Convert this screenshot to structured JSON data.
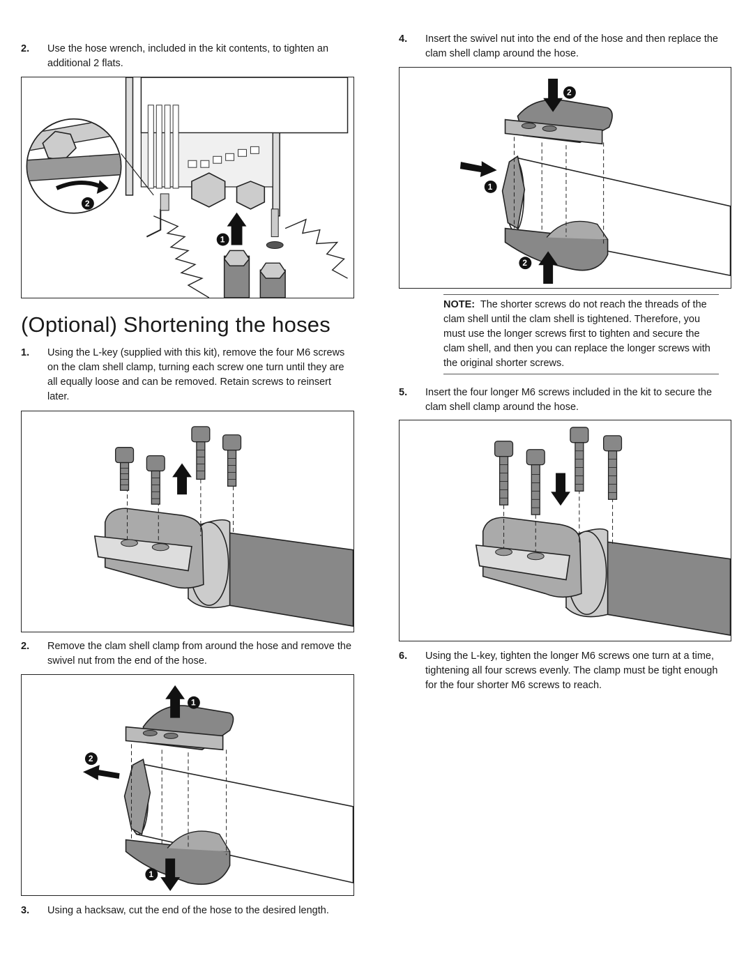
{
  "left_column": {
    "step_a": {
      "number": "2.",
      "text": "Use the hose wrench, included in the kit contents, to tighten an additional 2 flats."
    },
    "heading": "(Optional) Shortening the hoses",
    "step_b": {
      "number": "1.",
      "text": "Using the L-key (supplied with this kit), remove the four M6 screws on the clam shell clamp, turning each screw one turn until they are all equally loose and can be removed. Retain screws to reinsert later."
    },
    "step_c": {
      "number": "2.",
      "text": "Remove the clam shell clamp from around the hose and remove the swivel nut from the end of the hose."
    },
    "step_d": {
      "number": "3.",
      "text": "Using a hacksaw, cut the end of the hose to the desired length."
    }
  },
  "right_column": {
    "step_e": {
      "number": "4.",
      "text": "Insert the swivel nut into the end of the hose and then replace the clam shell clamp around the hose."
    },
    "note": {
      "label": "NOTE:",
      "text": "The shorter screws do not reach the threads of the clam shell until the clam shell is tightened. Therefore, you must use the longer screws first to tighten and secure the clam shell, and then you can replace the longer screws with the original shorter screws."
    },
    "step_f": {
      "number": "5.",
      "text": "Insert the four longer M6 screws included in the kit to secure the clam shell clamp around the hose."
    },
    "step_g": {
      "number": "6.",
      "text": "Using the L-key, tighten the longer M6 screws one turn at a time, tightening all four screws evenly. The clamp must be tight enough for the four shorter M6 screws to reach."
    }
  },
  "callouts": {
    "one": "1",
    "two": "2"
  }
}
